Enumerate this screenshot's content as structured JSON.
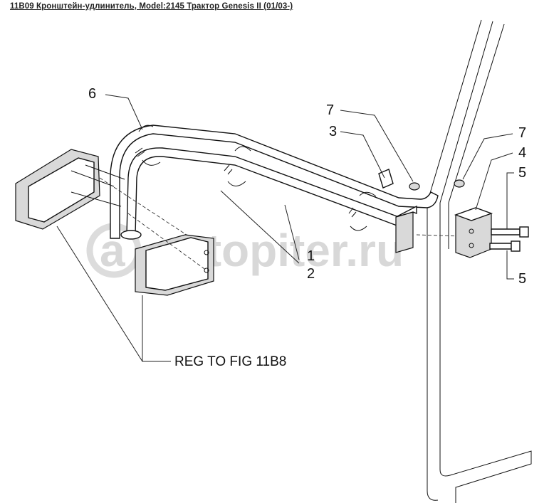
{
  "title": "11B09 Кронштейн-удлинитель, Model:2145 Трактор Genesis II (01/03-)",
  "watermark": "autopiter.ru",
  "reference_note": "REG TO FIG 11B8",
  "callouts": {
    "c1": "1",
    "c2": "2",
    "c3": "3",
    "c4": "4",
    "c5a": "5",
    "c5b": "5",
    "c6": "6",
    "c7a": "7",
    "c7b": "7"
  },
  "colors": {
    "line": "#111111",
    "shade": "#d9d9d9",
    "watermark": "#d8d8d8"
  }
}
